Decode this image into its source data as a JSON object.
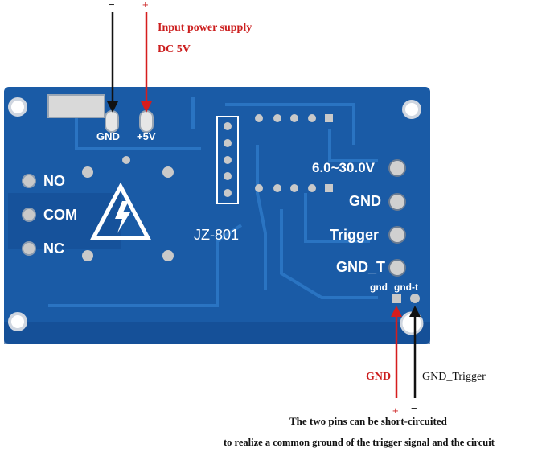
{
  "annotations": {
    "top_minus": "−",
    "top_plus": "+",
    "input_power": "Input power supply",
    "dc_voltage": "DC 5V",
    "gnd_red": "GND",
    "gnd_trigger": "GND_Trigger",
    "bottom_plus": "+",
    "bottom_minus": "−",
    "note_line1": "The two pins can be short-circuited",
    "note_line2": "to realize a common ground of the trigger signal and the circuit"
  },
  "board": {
    "pad_gnd": "GND",
    "pad_5v": "+5V",
    "relay_no": "NO",
    "relay_com": "COM",
    "relay_nc": "NC",
    "model": "JZ-801",
    "voltage_range": "6.0~30.0V",
    "term_gnd": "GND",
    "term_trigger": "Trigger",
    "term_gnd_t": "GND_T",
    "jumper_gnd": "gnd",
    "jumper_gnd_t": "gnd-t"
  },
  "colors": {
    "pcb": "#1a5ba6",
    "pcb_dark": "#124a8f",
    "trace": "#2f7bc9",
    "silk": "#ffffff",
    "pad_gold": "#c9c9c9",
    "arrow_red": "#d61d1d",
    "arrow_black": "#111111"
  }
}
